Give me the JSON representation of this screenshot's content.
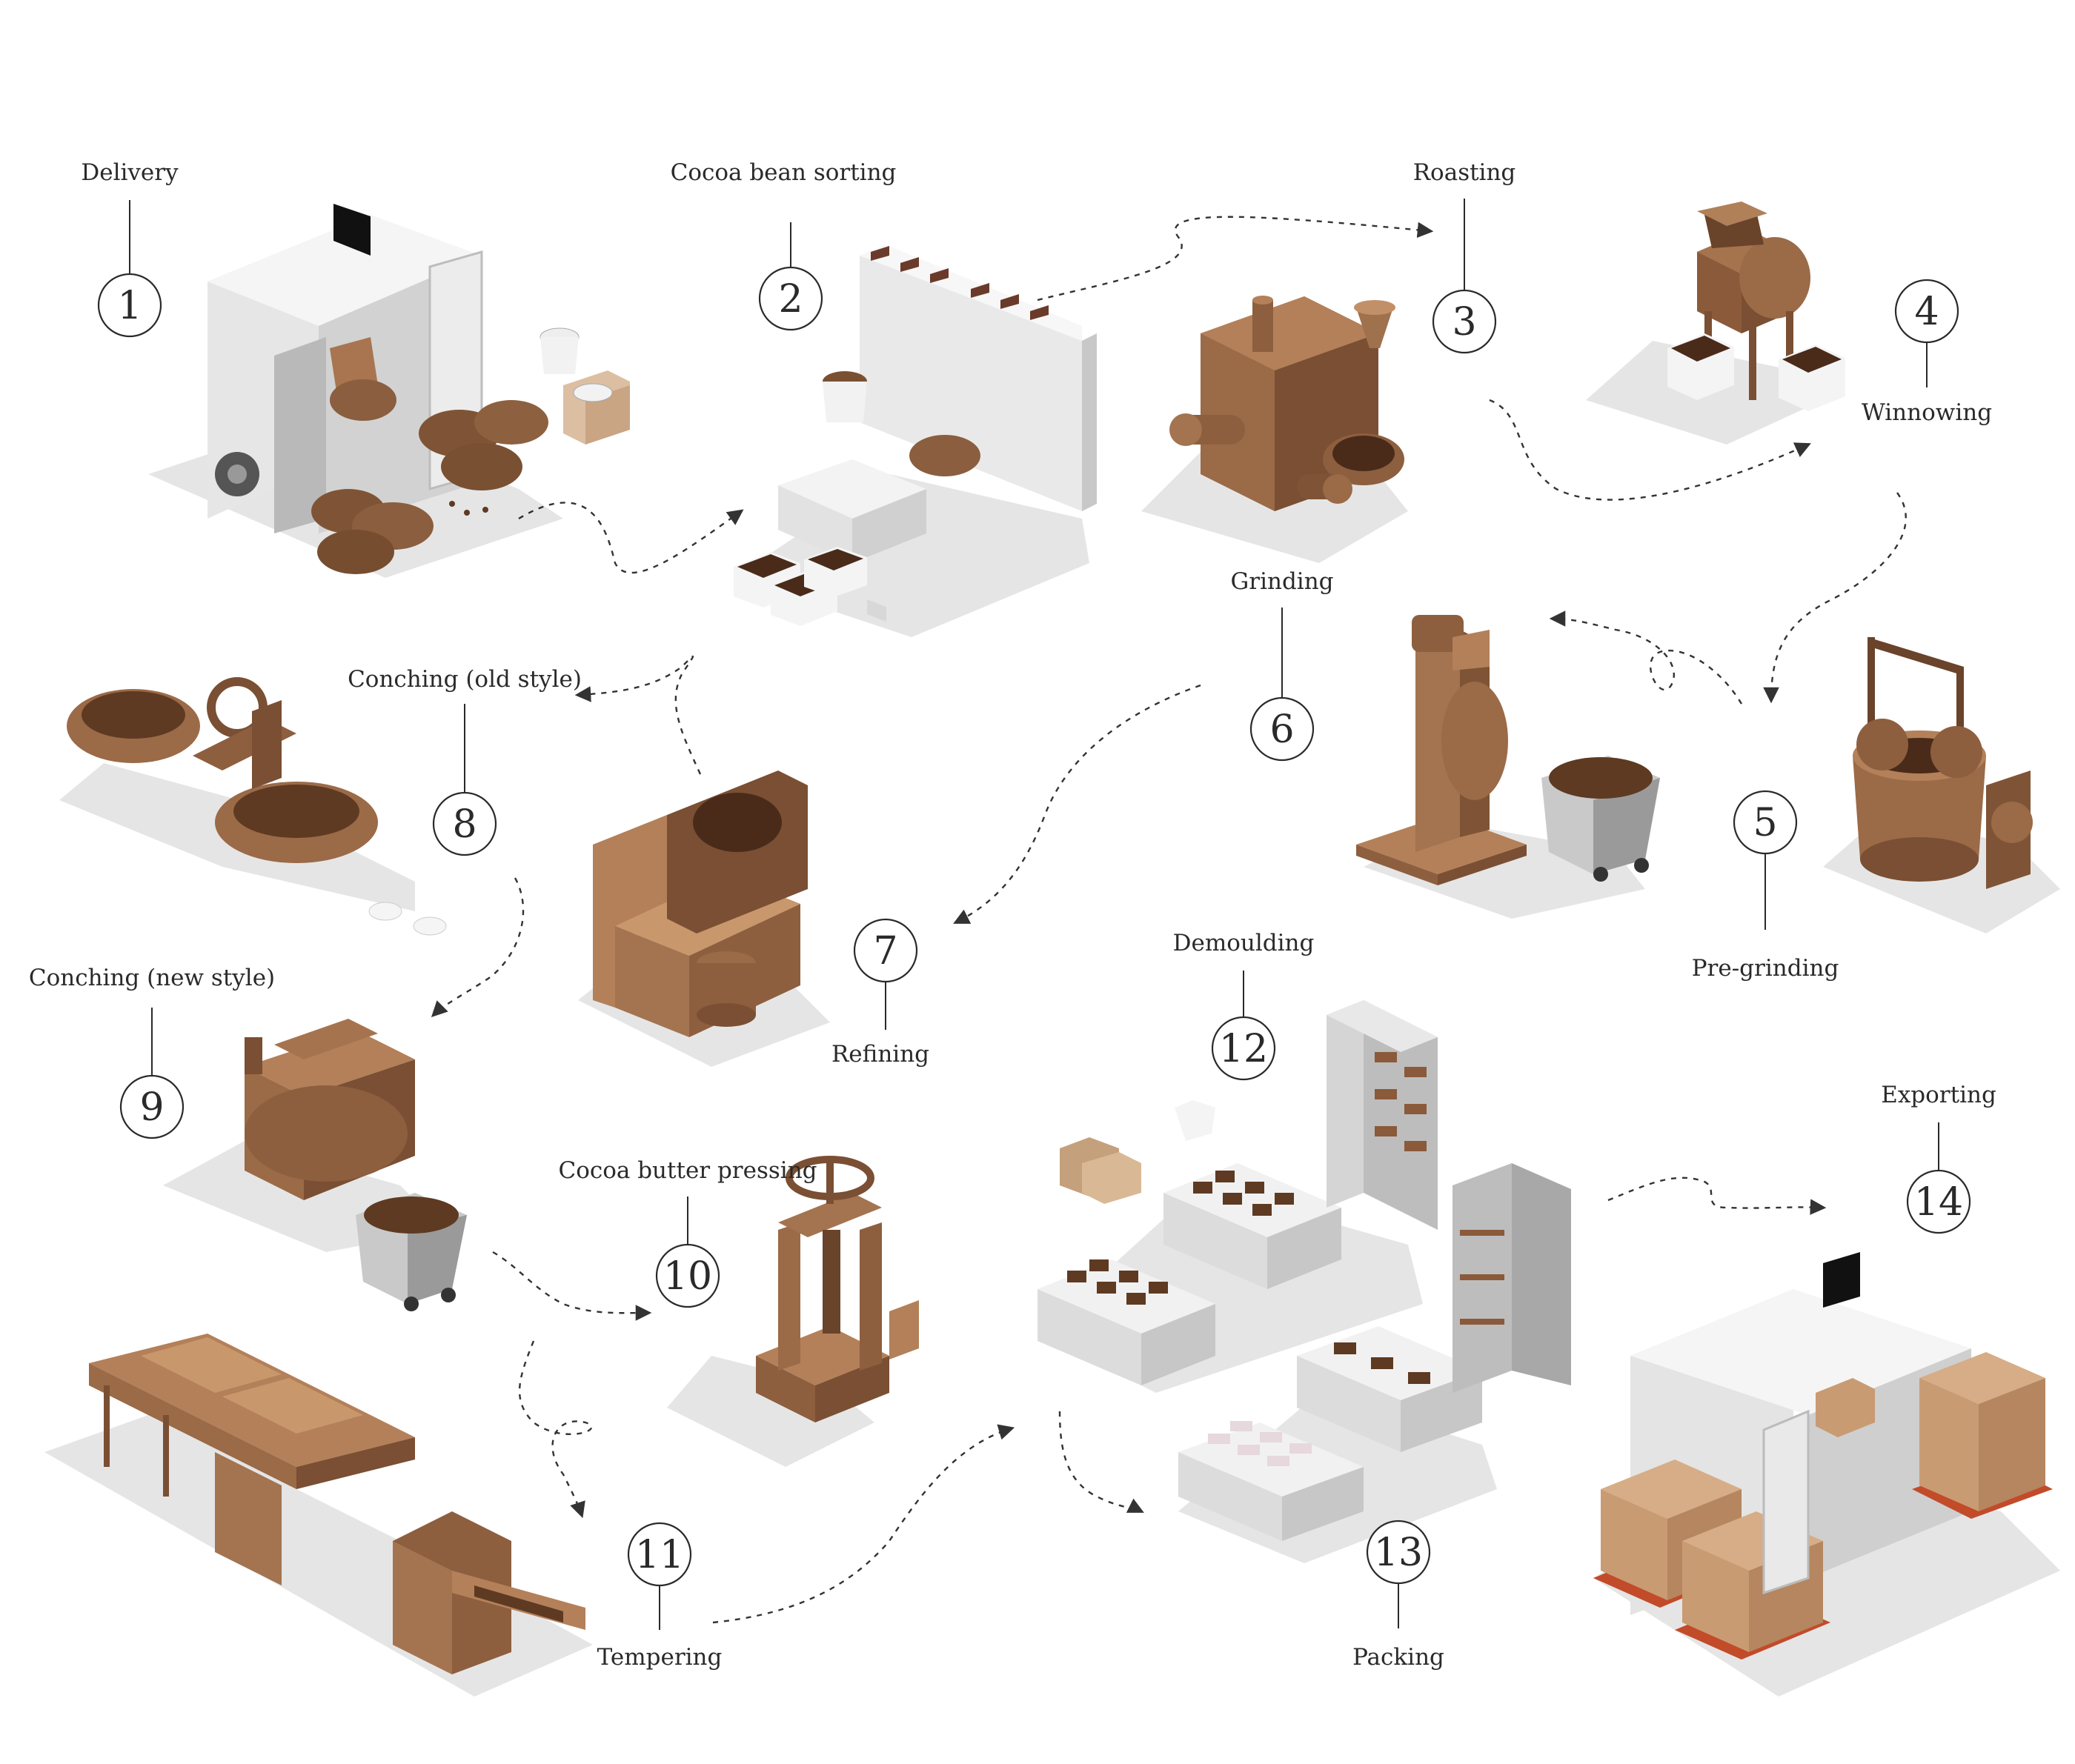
{
  "steps": [
    {
      "number": "1",
      "label": "Delivery"
    },
    {
      "number": "2",
      "label": "Cocoa bean sorting"
    },
    {
      "number": "3",
      "label": "Roasting"
    },
    {
      "number": "4",
      "label": "Winnowing"
    },
    {
      "number": "5",
      "label": "Pre-grinding"
    },
    {
      "number": "6",
      "label": "Grinding"
    },
    {
      "number": "7",
      "label": "Refining"
    },
    {
      "number": "8",
      "label": "Conching (old style)"
    },
    {
      "number": "9",
      "label": "Conching (new style)"
    },
    {
      "number": "10",
      "label": "Cocoa butter pressing"
    },
    {
      "number": "11",
      "label": "Tempering"
    },
    {
      "number": "12",
      "label": "Demoulding"
    },
    {
      "number": "13",
      "label": "Packing"
    },
    {
      "number": "14",
      "label": "Exporting"
    }
  ],
  "colors": {
    "ink": "#2a2a2a",
    "cocoa": "#8a5a3a",
    "cocoa_light": "#b07a52",
    "cocoa_dark": "#5e3a22",
    "steel": "#c9c9c9",
    "white": "#f4f4f4",
    "carton": "#c99b73"
  }
}
